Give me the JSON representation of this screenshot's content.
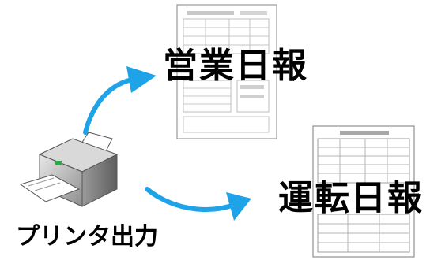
{
  "labels": {
    "daily_report": "営業日報",
    "driving_report": "運転日報",
    "printer_output": "プリンタ出力"
  },
  "colors": {
    "arrow": "#1fa3e8",
    "printer_body": "#b8b8b8",
    "printer_green": "#2aa84a",
    "paper": "#ffffff"
  },
  "icons": [
    "printer-icon",
    "arrow-icon",
    "document-icon"
  ]
}
